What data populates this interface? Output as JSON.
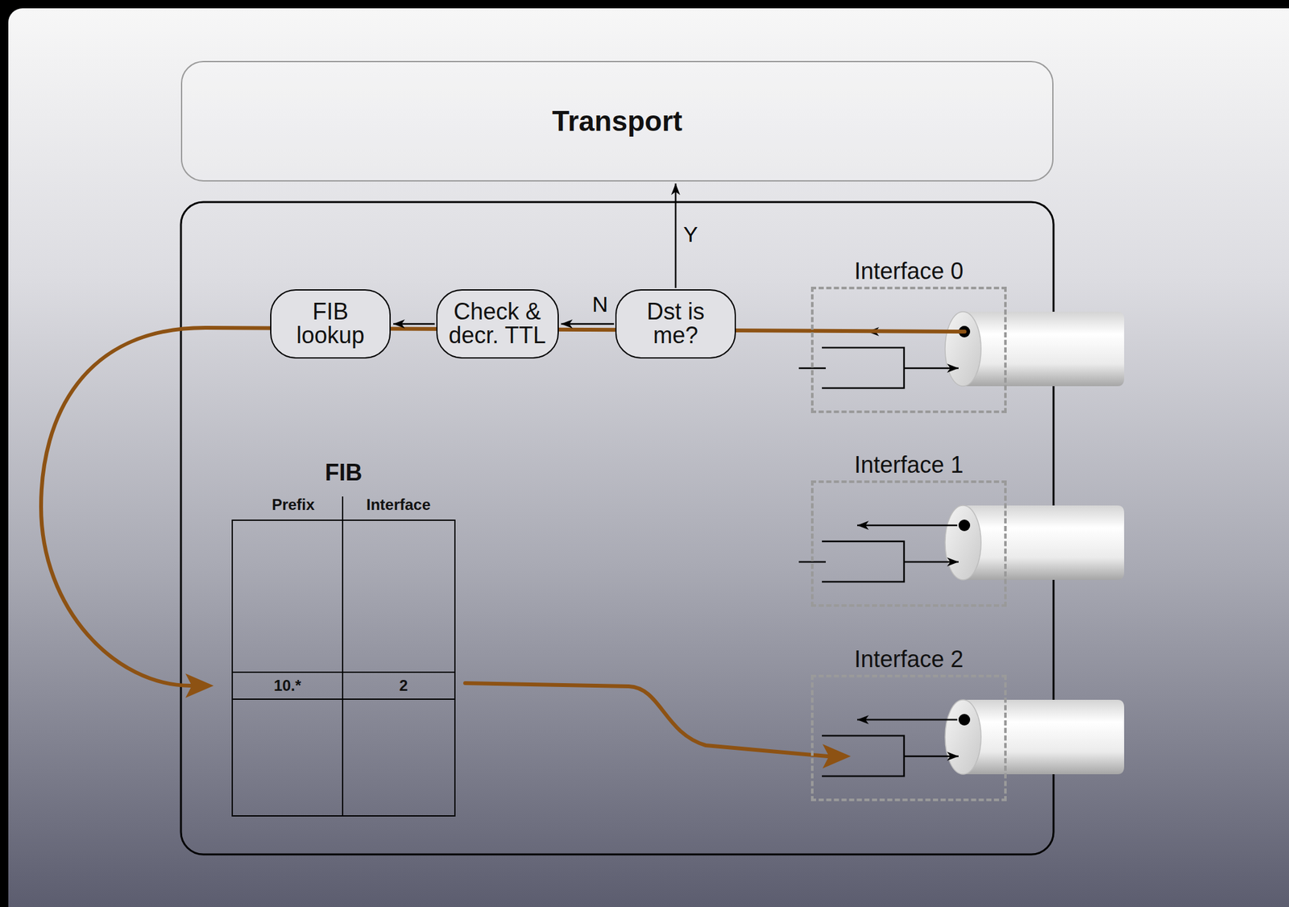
{
  "diagram": {
    "nodes": [
      {
        "text": [
          "Transport"
        ]
      },
      {
        "text": [
          "FIB lookup"
        ]
      },
      {
        "text": [
          "Check & decr. TTL"
        ]
      },
      {
        "text": [
          "Dst is me?"
        ]
      },
      {
        "text": [
          "Interface 0"
        ]
      },
      {
        "text": [
          "FIB"
        ]
      },
      {
        "text": [
          "Interface 1"
        ]
      },
      {
        "text": [
          "Interface 2"
        ]
      }
    ],
    "edges": [
      {
        "from": 3,
        "to": 0,
        "arrow": "to",
        "label": "Y"
      },
      {
        "from": 3,
        "to": 2,
        "arrow": "to",
        "label": "N"
      },
      {
        "from": 2,
        "to": 1,
        "arrow": "to"
      },
      {
        "from": 4,
        "to": 5,
        "arrow": "to"
      },
      {
        "from": 5,
        "to": 7,
        "arrow": "to"
      }
    ],
    "labels": [
      "Prefix",
      "Interface",
      "10.*",
      "2"
    ]
  }
}
